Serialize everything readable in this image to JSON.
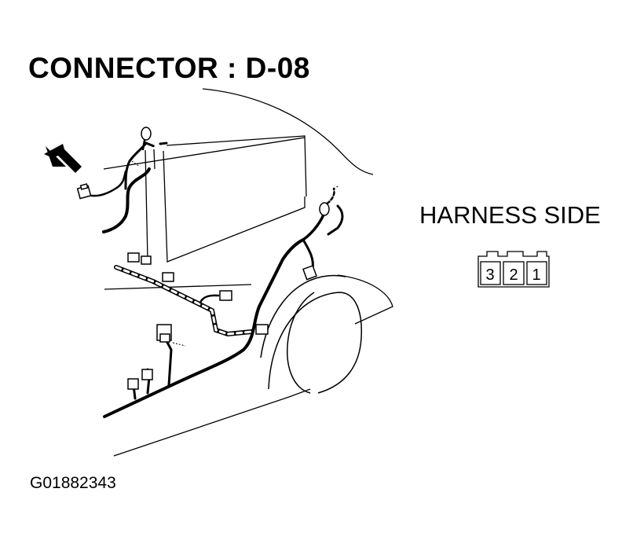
{
  "title": "CONNECTOR : D-08",
  "view_label": "HARNESS SIDE",
  "figure_id": "G01882343",
  "connector": {
    "pins": [
      "3",
      "2",
      "1"
    ]
  }
}
